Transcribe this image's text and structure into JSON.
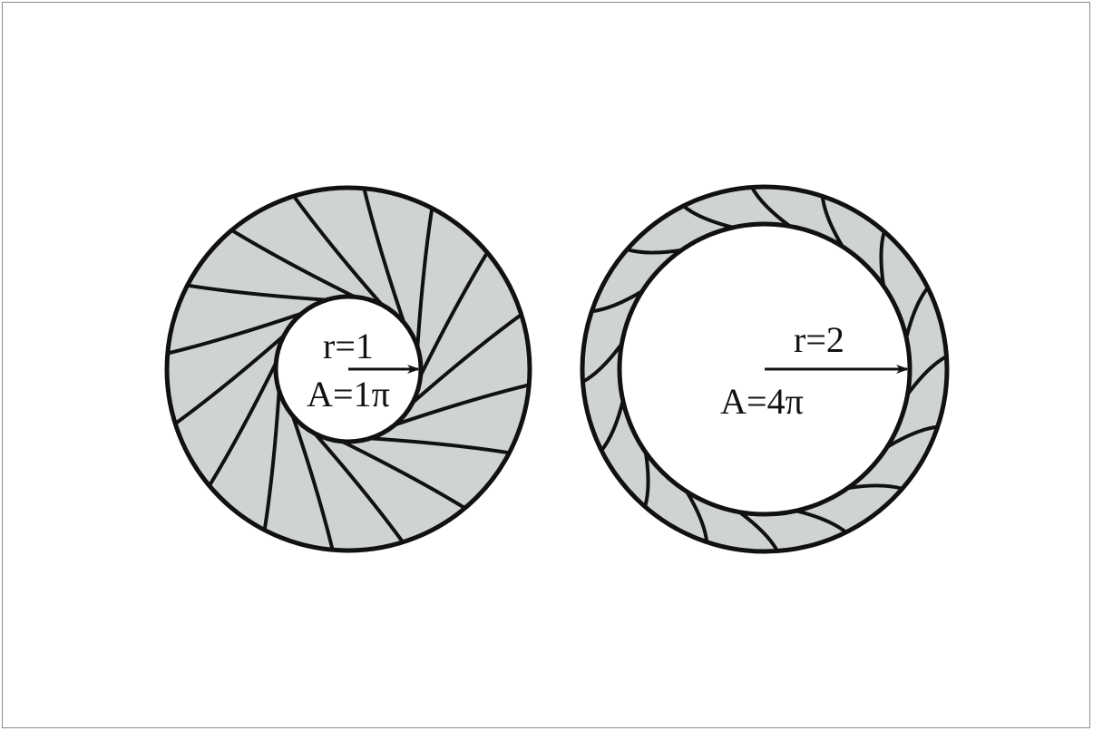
{
  "colors": {
    "fill": "#cfd3d3",
    "stroke": "#111111",
    "inner": "#ffffff",
    "frame": "#8c8c8c"
  },
  "left_circle": {
    "radius_label": "r=1",
    "area_label": "A=1π",
    "segment_count": 16
  },
  "right_circle": {
    "radius_label": "r=2",
    "area_label": "A=4π",
    "segment_count": 16
  }
}
